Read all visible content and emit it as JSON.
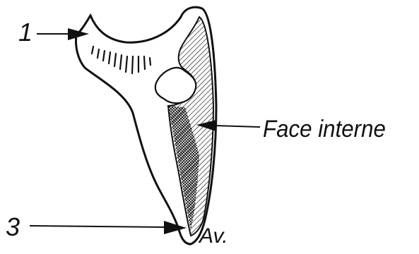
{
  "labels": {
    "callout_1": "1",
    "callout_face": "Face interne",
    "callout_3": "3",
    "callout_av": "Av."
  },
  "colors": {
    "ink": "#111111",
    "background": "#ffffff"
  }
}
